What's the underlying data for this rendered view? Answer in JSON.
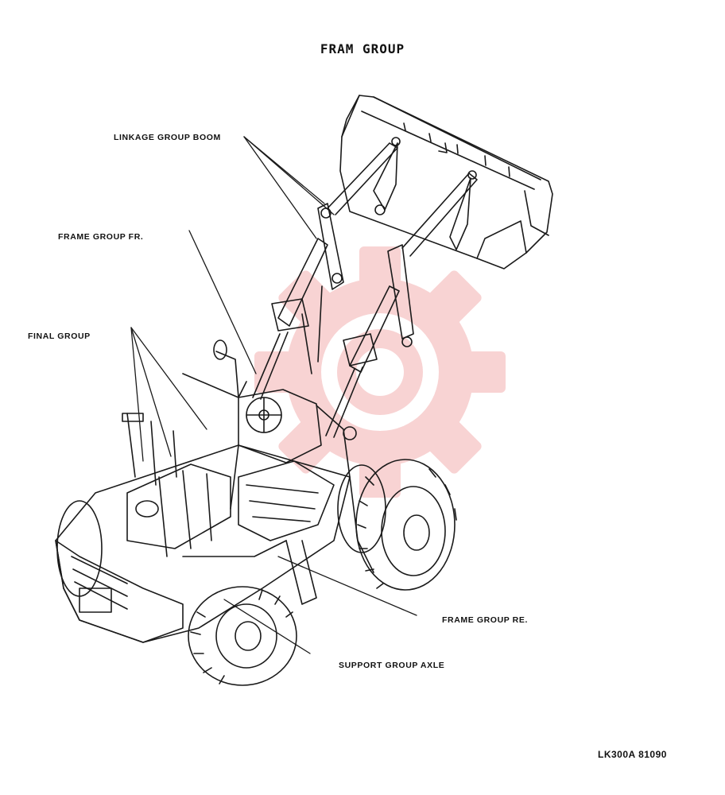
{
  "title": "FRAM GROUP",
  "callouts": {
    "linkage_boom": "LINKAGE GROUP BOOM",
    "frame_front": "FRAME GROUP FR.",
    "final": "FINAL GROUP",
    "frame_rear": "FRAME GROUP RE.",
    "support_axle": "SUPPORT GROUP AXLE"
  },
  "doc_code": "LK300A 81090",
  "colors": {
    "line_art": "#1a1a1a",
    "watermark": "#e23b3b"
  },
  "watermark_icon": "gear-logo-icon",
  "illustration": "wheel-loader-exploded-view"
}
